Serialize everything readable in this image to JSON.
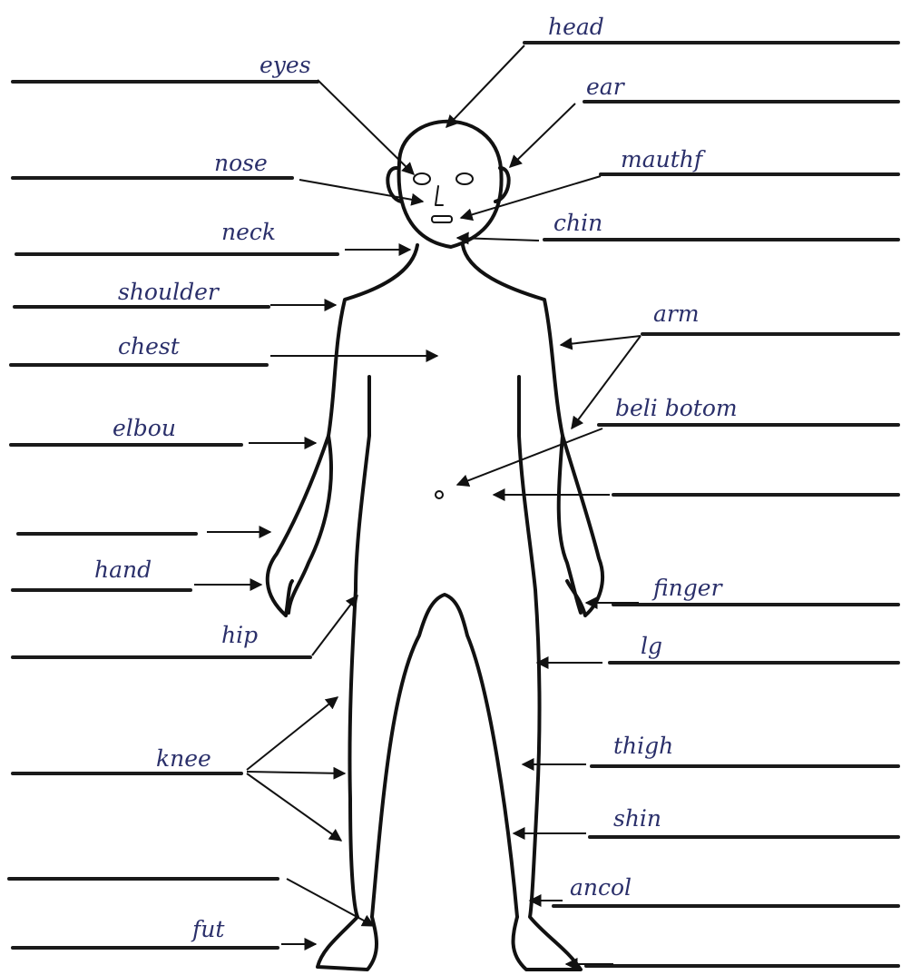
{
  "labels": {
    "head": "head",
    "eyes": "eyes",
    "ear": "ear",
    "nose": "nose",
    "mouth": "mauthf",
    "neck": "neck",
    "chin": "chin",
    "shoulder": "shoulder",
    "arm": "arm",
    "chest": "chest",
    "belly_button": "beli botom",
    "elbow": "elbou",
    "hand": "hand",
    "finger": "finger",
    "hip": "hip",
    "leg": "lg",
    "knee": "knee",
    "thigh": "thigh",
    "shin": "shin",
    "ankle": "ancol",
    "foot": "fut"
  },
  "colors": {
    "ink": "#2a2f6a",
    "line": "#1a1a1a"
  }
}
